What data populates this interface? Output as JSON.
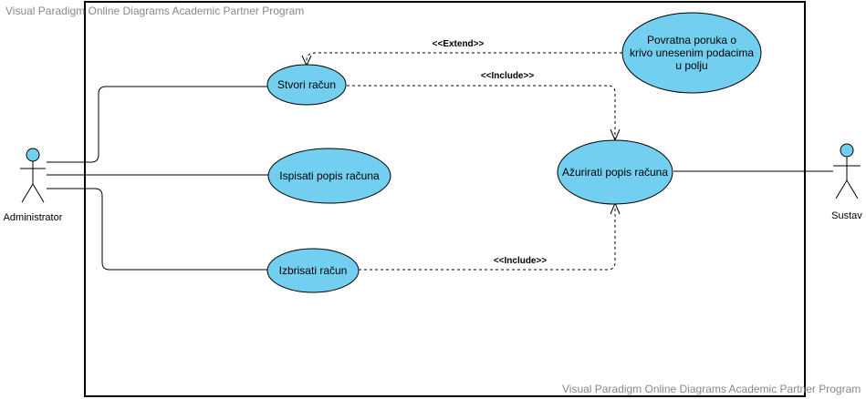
{
  "watermark": {
    "top": "Visual Paradigm Online Diagrams Academic Partner Program",
    "bottom": "Visual Paradigm Online Diagrams Academic Partner Program"
  },
  "actors": {
    "administrator": "Administrator",
    "sustav": "Sustav"
  },
  "use_cases": {
    "stvori": "Stvori račun",
    "ispisati": "Ispisati popis računa",
    "izbrisati": "Izbrisati račun",
    "azurirati": "Ažurirati popis računa",
    "povratna": [
      "Povratna poruka o",
      "krivo unesenim podacima",
      "u polju"
    ]
  },
  "relations": {
    "extend": "<<Extend>>",
    "include_top": "<<Include>>",
    "include_bottom": "<<Include>>"
  },
  "colors": {
    "use_case_fill": "#73cff0",
    "watermark": "#888888"
  }
}
